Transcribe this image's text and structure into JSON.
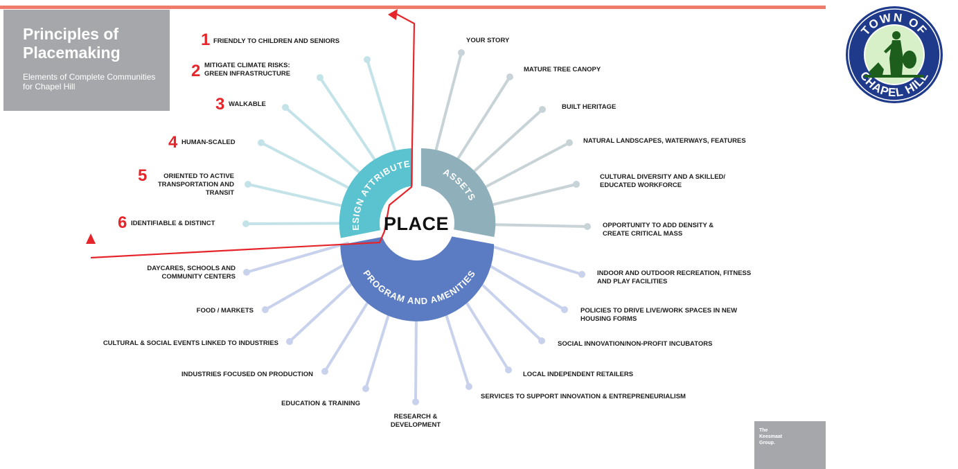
{
  "title": {
    "main": "Principles of Placemaking",
    "subtitle": "Elements of Complete Communities for Chapel Hill"
  },
  "credit": "The Keesmaat Group.",
  "center": "PLACE",
  "segments": {
    "design": "DESIGN ATTRIBUTES",
    "assets": "ASSETS",
    "program": "PROGRAM AND AMENITIES"
  },
  "seal": {
    "top": "TOWN OF",
    "bottom": "CHAPEL HILL"
  },
  "design_items": [
    {
      "num": "1",
      "label": "FRIENDLY TO CHILDREN AND SENIORS"
    },
    {
      "num": "2",
      "label": "MITIGATE CLIMATE RISKS: GREEN INFRASTRUCTURE"
    },
    {
      "num": "3",
      "label": "WALKABLE"
    },
    {
      "num": "4",
      "label": "HUMAN-SCALED"
    },
    {
      "num": "5",
      "label": "ORIENTED TO ACTIVE TRANSPORTATION AND TRANSIT"
    },
    {
      "num": "6",
      "label": "IDENTIFIABLE & DISTINCT"
    }
  ],
  "asset_items": [
    "YOUR STORY",
    "MATURE TREE CANOPY",
    "BUILT HERITAGE",
    "NATURAL LANDSCAPES, WATERWAYS, FEATURES",
    "CULTURAL DIVERSITY AND A SKILLED/ EDUCATED WORKFORCE",
    "OPPORTUNITY TO ADD DENSITY & CREATE CRITICAL MASS"
  ],
  "program_items": [
    "DAYCARES, SCHOOLS AND COMMUNITY CENTERS",
    "FOOD / MARKETS",
    "CULTURAL & SOCIAL EVENTS LINKED TO INDUSTRIES",
    "INDUSTRIES FOCUSED ON PRODUCTION",
    "EDUCATION & TRAINING",
    "RESEARCH & DEVELOPMENT",
    "SERVICES TO SUPPORT INNOVATION & ENTREPRENEURIALISM",
    "LOCAL INDEPENDENT RETAILERS",
    "SOCIAL INNOVATION/NON-PROFIT INCUBATORS",
    "POLICIES TO DRIVE LIVE/WORK SPACES IN NEW HOUSING FORMS",
    "INDOOR AND OUTDOOR RECREATION, FITNESS AND PLAY FACILITIES"
  ],
  "colors": {
    "design": "#5bc2cf",
    "assets": "#8fb0bb",
    "program": "#5b7bc2",
    "design_spoke": "#c3e3e9",
    "assets_spoke": "#c8d3d7",
    "program_spoke": "#c9d2ec",
    "accent": "#e5252a",
    "top_rule": "#ef7c6a"
  }
}
